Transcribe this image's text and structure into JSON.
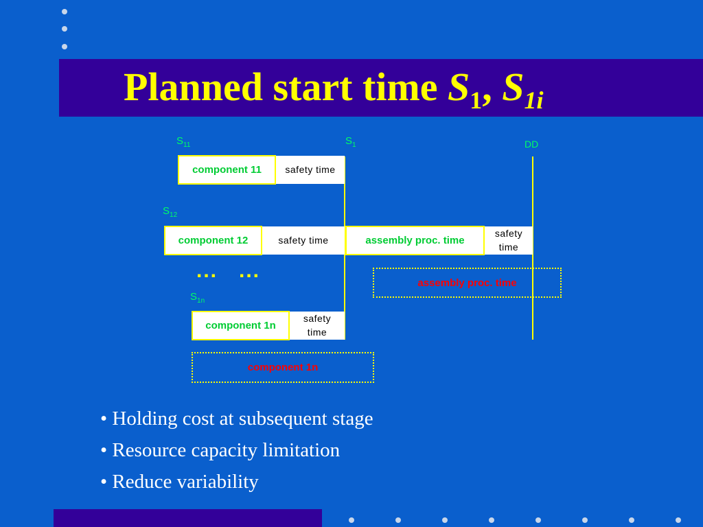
{
  "slide": {
    "title_prefix": "Planned start time ",
    "title_var1": "S",
    "title_sub1": "1",
    "title_sep": ", ",
    "title_var2": "S",
    "title_sub2": "1i",
    "bullets": [
      "• Holding cost at subsequent stage",
      "• Resource capacity limitation",
      "• Reduce variability"
    ]
  },
  "diagram": {
    "labels": {
      "s11_base": "S",
      "s11_sub": "11",
      "s1_base": "S",
      "s1_sub": "1",
      "dd": "DD",
      "s12_base": "S",
      "s12_sub": "12",
      "s1n_base": "S",
      "s1n_sub": "1n"
    },
    "row1": {
      "component": "component 11",
      "safety": "safety time"
    },
    "row2": {
      "component": "component 12",
      "safety": "safety time",
      "assembly": "assembly proc. time",
      "safety2_line1": "safety",
      "safety2_line2": "time"
    },
    "ellipsis": "...   ...",
    "assembly_dotted": "assembly proc. time",
    "row3": {
      "component": "component 1n",
      "safety_line1": "safety",
      "safety_line2": "time"
    },
    "component_dotted": "component 1n"
  }
}
